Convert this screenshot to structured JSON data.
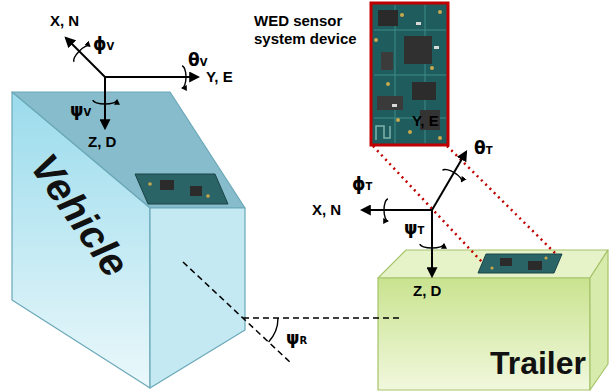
{
  "diagram": {
    "nodes": [
      {
        "text": [
          "Vehicle"
        ]
      },
      {
        "text": [
          "Trailer"
        ]
      }
    ],
    "labels": [
      "WED sensor system device",
      "X, N",
      "ϕV",
      "θV",
      "Y, E",
      "ψV",
      "Z, D",
      "Y, E",
      "θT",
      "X, N",
      "ϕT",
      "ψT",
      "Z, D",
      "ψR"
    ]
  }
}
